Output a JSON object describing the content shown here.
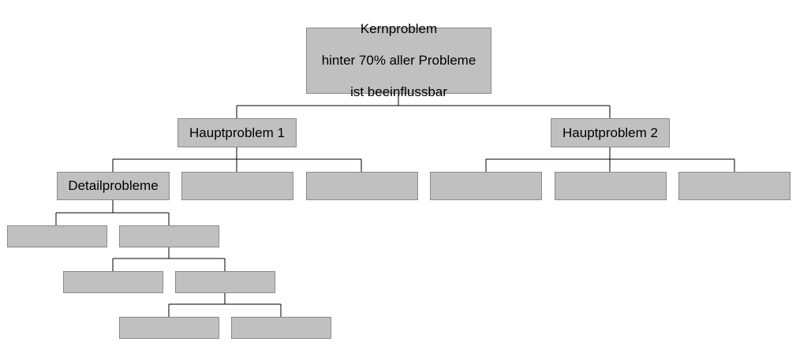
{
  "root": {
    "lines": [
      "Kernproblem",
      "hinter 70% aller Probleme",
      "ist beeinflussbar"
    ]
  },
  "level1": [
    {
      "label": "Hauptproblem 1"
    },
    {
      "label": "Hauptproblem 2"
    }
  ],
  "level2": {
    "detail_label": "Detailprobleme"
  },
  "colors": {
    "box_fill": "#c0c0c0",
    "box_border": "#8a8a8a",
    "connector": "#000000"
  }
}
